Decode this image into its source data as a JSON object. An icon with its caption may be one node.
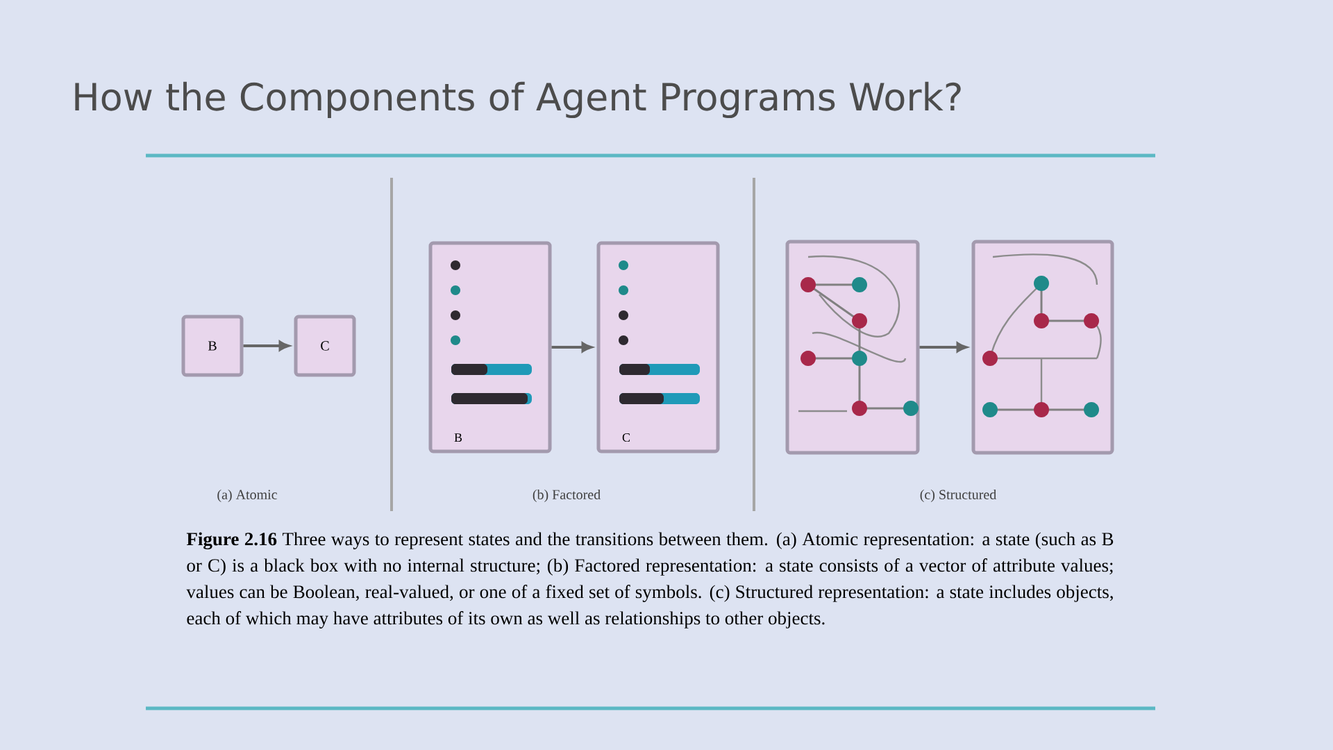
{
  "diagram": {
    "title": "How the Components of Agent Programs Work?",
    "caption": "**Figure 2.16** Three ways to represent states and the transitions between them. (a) Atomic representation: a state (such as B or C) is a black box with no internal structure; (b) Factored representation: a state consists of a vector of attribute values; values can be Boolean, real-valued, or one of a fixed set of symbols. (c) Structured representation: a state includes objects, each of which may have attributes of its own as well as relationships to other objects.",
    "nodes": [
      {
        "text": [
          "B"
        ]
      },
      {
        "text": [
          "C"
        ]
      },
      {
        "text": [
          "B"
        ]
      },
      {
        "text": [
          "C"
        ]
      },
      {
        "text": [],
        "shape": "box"
      },
      {
        "text": [],
        "shape": "box"
      }
    ],
    "edges": [
      {
        "from": 0,
        "to": 1,
        "arrow": "to"
      },
      {
        "from": 2,
        "to": 3,
        "arrow": "to"
      },
      {
        "from": 4,
        "to": 5,
        "arrow": "to"
      }
    ],
    "labels": [
      "(a) Atomic",
      "(b) Factored",
      "(c) Structured"
    ]
  }
}
